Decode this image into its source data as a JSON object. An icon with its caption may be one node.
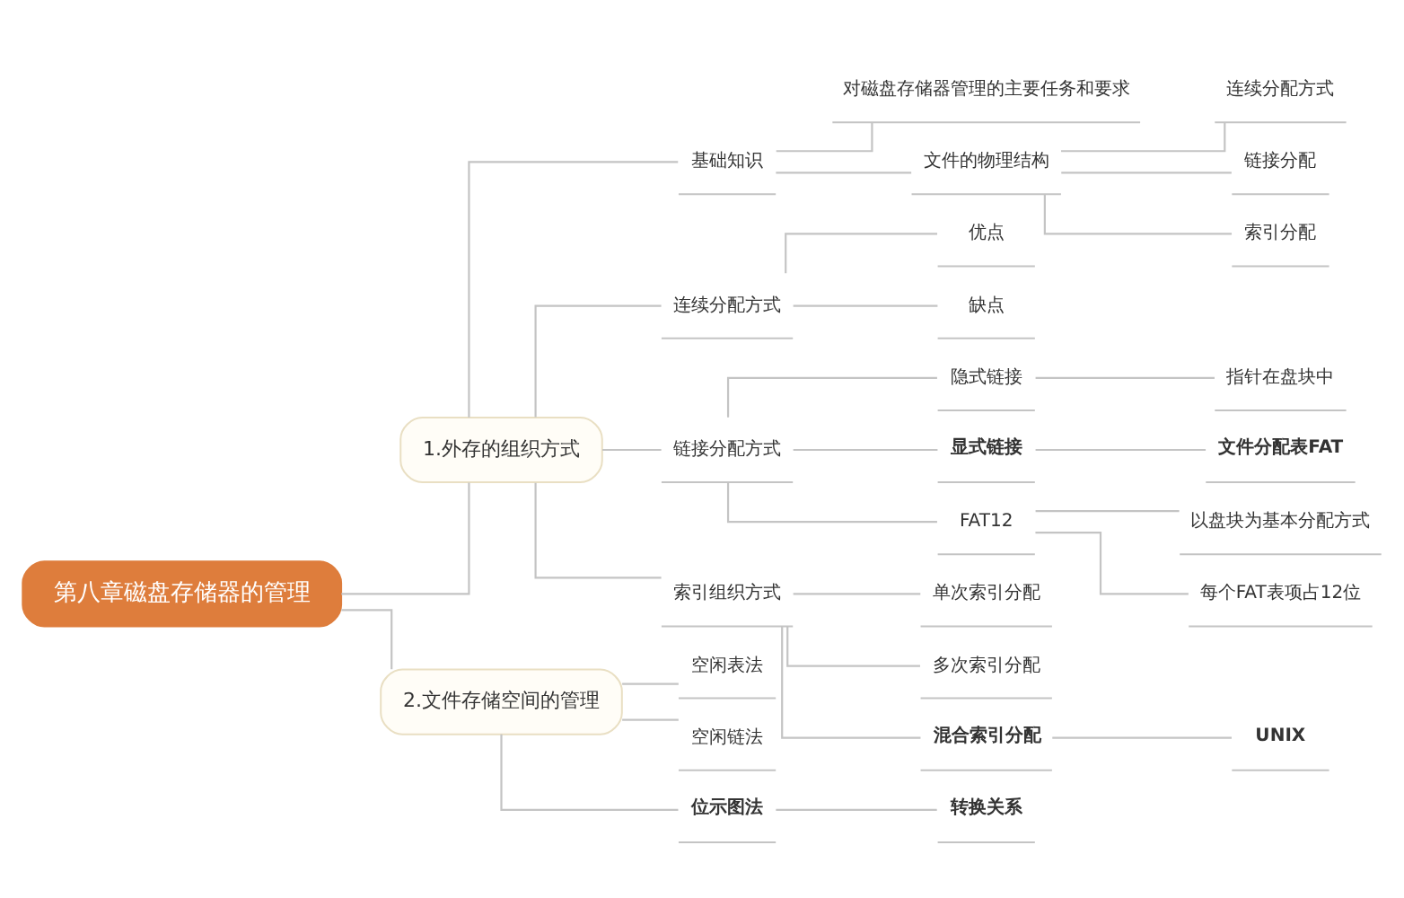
{
  "diagram": {
    "nodes": [
      {
        "text": [
          "第八章磁盘存储器的管理"
        ]
      },
      {
        "text": [
          "1.外存的组织方式"
        ]
      },
      {
        "text": [
          "基础知识"
        ]
      },
      {
        "text": [
          "对磁盘存储器管理的主要任务和要求"
        ]
      },
      {
        "text": [
          "文件的物理结构"
        ]
      },
      {
        "text": [
          "连续分配方式"
        ]
      },
      {
        "text": [
          "链接分配"
        ]
      },
      {
        "text": [
          "索引分配"
        ]
      },
      {
        "text": [
          "连续分配方式"
        ]
      },
      {
        "text": [
          "优点"
        ]
      },
      {
        "text": [
          "缺点"
        ]
      },
      {
        "text": [
          "链接分配方式"
        ]
      },
      {
        "text": [
          "隐式链接"
        ]
      },
      {
        "text": [
          "指针在盘块中"
        ]
      },
      {
        "text": [
          "显式链接"
        ]
      },
      {
        "text": [
          "文件分配表FAT"
        ]
      },
      {
        "text": [
          "FAT12"
        ]
      },
      {
        "text": [
          "以盘块为基本分配方式"
        ]
      },
      {
        "text": [
          "每个FAT表项占12位"
        ]
      },
      {
        "text": [
          "索引组织方式"
        ]
      },
      {
        "text": [
          "单次索引分配"
        ]
      },
      {
        "text": [
          "多次索引分配"
        ]
      },
      {
        "text": [
          "混合索引分配"
        ]
      },
      {
        "text": [
          "UNIX"
        ]
      },
      {
        "text": [
          "2.文件存储空间的管理"
        ]
      },
      {
        "text": [
          "空闲表法"
        ]
      },
      {
        "text": [
          "空闲链法"
        ]
      },
      {
        "text": [
          "位示图法"
        ]
      },
      {
        "text": [
          "转换关系"
        ]
      }
    ],
    "edges": [
      {
        "from": 0,
        "to": 1,
        "arrow": "none"
      },
      {
        "from": 0,
        "to": 24,
        "arrow": "none"
      },
      {
        "from": 1,
        "to": 2,
        "arrow": "none"
      },
      {
        "from": 1,
        "to": 8,
        "arrow": "none"
      },
      {
        "from": 1,
        "to": 11,
        "arrow": "none"
      },
      {
        "from": 1,
        "to": 19,
        "arrow": "none"
      },
      {
        "from": 2,
        "to": 3,
        "arrow": "none"
      },
      {
        "from": 2,
        "to": 4,
        "arrow": "none"
      },
      {
        "from": 4,
        "to": 5,
        "arrow": "none"
      },
      {
        "from": 4,
        "to": 6,
        "arrow": "none"
      },
      {
        "from": 4,
        "to": 7,
        "arrow": "none"
      },
      {
        "from": 8,
        "to": 9,
        "arrow": "none"
      },
      {
        "from": 8,
        "to": 10,
        "arrow": "none"
      },
      {
        "from": 11,
        "to": 12,
        "arrow": "none"
      },
      {
        "from": 11,
        "to": 14,
        "arrow": "none"
      },
      {
        "from": 11,
        "to": 16,
        "arrow": "none"
      },
      {
        "from": 12,
        "to": 13,
        "arrow": "none"
      },
      {
        "from": 14,
        "to": 15,
        "arrow": "none"
      },
      {
        "from": 16,
        "to": 17,
        "arrow": "none"
      },
      {
        "from": 16,
        "to": 18,
        "arrow": "none"
      },
      {
        "from": 19,
        "to": 20,
        "arrow": "none"
      },
      {
        "from": 19,
        "to": 21,
        "arrow": "none"
      },
      {
        "from": 19,
        "to": 22,
        "arrow": "none"
      },
      {
        "from": 22,
        "to": 23,
        "arrow": "none"
      },
      {
        "from": 24,
        "to": 25,
        "arrow": "none"
      },
      {
        "from": 24,
        "to": 26,
        "arrow": "none"
      },
      {
        "from": 24,
        "to": 27,
        "arrow": "none"
      },
      {
        "from": 27,
        "to": 28,
        "arrow": "none"
      }
    ]
  }
}
